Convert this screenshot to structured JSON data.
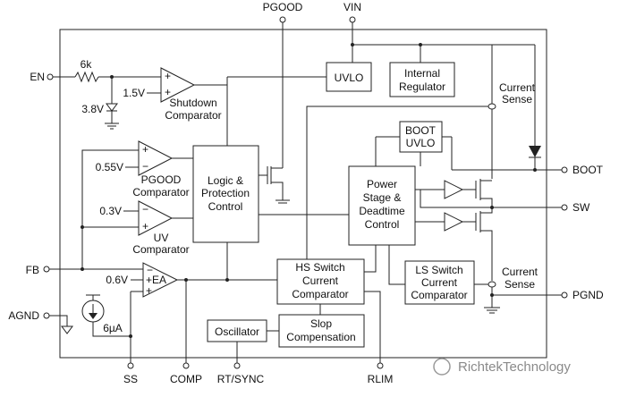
{
  "pins": {
    "pgood": "PGOOD",
    "vin": "VIN",
    "en": "EN",
    "fb": "FB",
    "agnd": "AGND",
    "boot": "BOOT",
    "sw": "SW",
    "pgnd": "PGND",
    "ss": "SS",
    "comp": "COMP",
    "rtsync": "RT/SYNC",
    "rlim": "RLIM"
  },
  "blocks": {
    "uvlo": "UVLO",
    "internal_regulator": [
      "Internal",
      "Regulator"
    ],
    "logic_protection": [
      "Logic &",
      "Protection",
      "Control"
    ],
    "power_stage": [
      "Power",
      "Stage &",
      "Deadtime",
      "Control"
    ],
    "boot_uvlo": [
      "BOOT",
      "UVLO"
    ],
    "hs_switch": [
      "HS Switch",
      "Current",
      "Comparator"
    ],
    "ls_switch": [
      "LS Switch",
      "Current",
      "Comparator"
    ],
    "oscillator": "Oscillator",
    "slop": [
      "Slop",
      "Compensation"
    ]
  },
  "labels": {
    "resistor_6k": "6k",
    "v_1_5": "1.5V",
    "v_3_8": "3.8V",
    "shutdown_comp": [
      "Shutdown",
      "Comparator"
    ],
    "v_0_55": "0.55V",
    "pgood_comp": [
      "PGOOD",
      "Comparator"
    ],
    "v_0_3": "0.3V",
    "uv_comp": [
      "UV",
      "Comparator"
    ],
    "v_0_6": "0.6V",
    "ea": "EA",
    "i_6ua": "6µA",
    "current_sense_top": [
      "Current",
      "Sense"
    ],
    "current_sense_bottom": [
      "Current",
      "Sense"
    ],
    "plus": "+",
    "minus": "−"
  },
  "watermark": "RichtekTechnology"
}
